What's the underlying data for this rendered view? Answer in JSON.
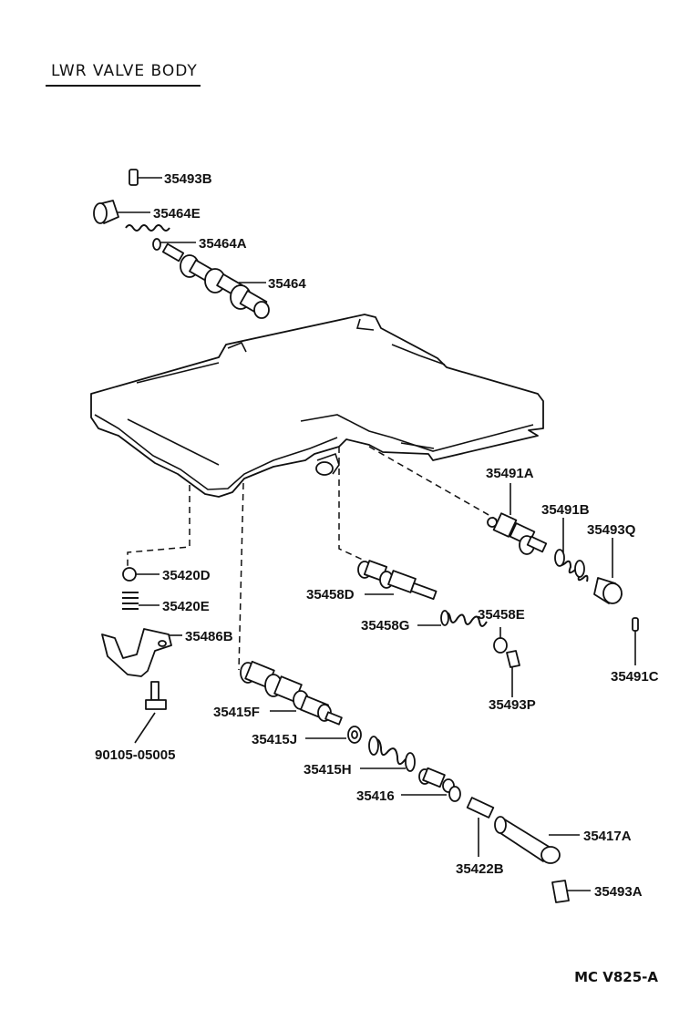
{
  "title": "LWR  VALVE  BODY",
  "drawing_code": "MC V825-A",
  "labels": {
    "p35493B": "35493B",
    "p35464E": "35464E",
    "p35464A": "35464A",
    "p35464": "35464",
    "p35491A": "35491A",
    "p35491B": "35491B",
    "p35493Q": "35493Q",
    "p35420D": "35420D",
    "p35420E": "35420E",
    "p35458D": "35458D",
    "p35458E": "35458E",
    "p35458G": "35458G",
    "p35486B": "35486B",
    "p35491C": "35491C",
    "p35493P": "35493P",
    "p35415F": "35415F",
    "p35415J": "35415J",
    "p35415H": "35415H",
    "p90105": "90105-05005",
    "p35416": "35416",
    "p35417A": "35417A",
    "p35422B": "35422B",
    "p35493A": "35493A"
  }
}
